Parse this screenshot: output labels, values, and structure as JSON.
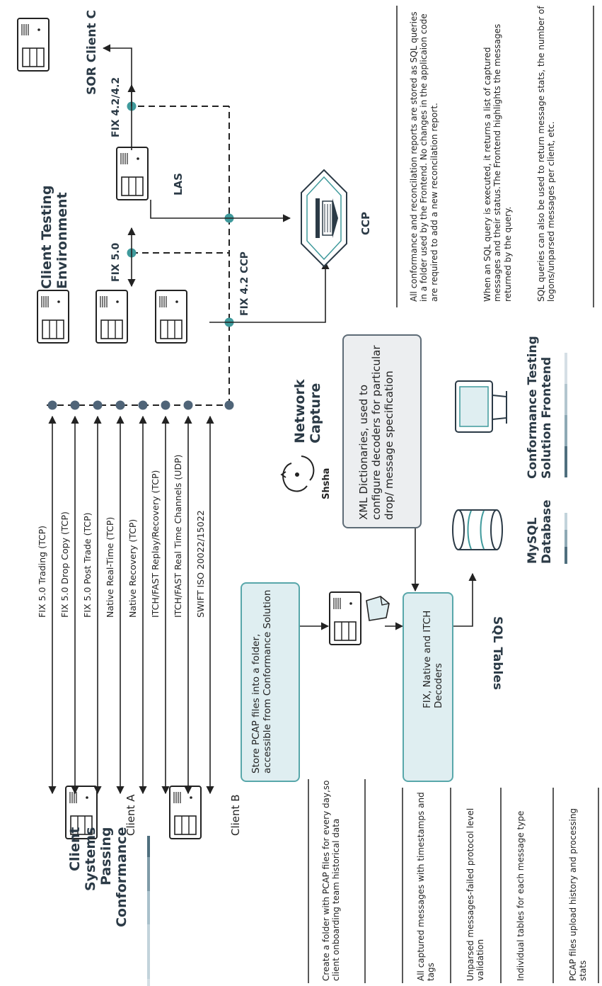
{
  "headers": {
    "client_systems": [
      "Client",
      "Systems",
      "Passing",
      "Conformance"
    ],
    "client_testing": [
      "Client Testing",
      "Environment"
    ],
    "network_capture": [
      "Network",
      "Capture"
    ],
    "mysql": [
      "MySQL",
      "Database"
    ],
    "frontend": [
      "Conformance Testing",
      "Solution Frontend"
    ],
    "sql_tables": "SQL Tables"
  },
  "clients": {
    "a": "Client A",
    "b": "Client B",
    "sor": "SOR Client C",
    "las": "LAS",
    "ccp": "CCP"
  },
  "logo": "Shsha",
  "protocols": [
    "FIX 5.0 Trading (TCP)",
    "FIX 5.0 Drop Copy (TCP)",
    "FIX 5.0 Post Trade (TCP)",
    "Native Real-Time (TCP)",
    "Native Recovery (TCP)",
    "ITCH/FAST Replay/Recovery (TCP)",
    "ITCH/FAST Real Time Channels (UDP)",
    "SWIFT ISO 20022/15022"
  ],
  "fix_labels": {
    "fix42_42": "FIX 4.2/4.2",
    "fix50": "FIX 5.0",
    "fix42_ccp": "FIX 4.2 CCP"
  },
  "boxes": {
    "store_pcap": "Store PCAP files into a folder, accessible from Conformance Solution",
    "decoders": "FIX, Native and ITCH Decoders",
    "xml_dict": "XML Dictionaries, used to configure decoders for particular drop/ message specification"
  },
  "bottom_notes": [
    "Create a folder with PCAP files for every day,so client onboarding team historical data",
    "All captured messages with timestamps and tags",
    "Unparsed messages-failed protocol level validation",
    "Individual tables for each message type",
    "PCAP files upload history and processing stats"
  ],
  "right_notes": [
    "All conformance and reconcilation reports are stored as SQL queries in a folder used by the Frontend. No changes in the applicaion code are required to add a new reconcilation report.",
    "When an SQL query is executed, it returns a list of captured messages and their status.The Frontend highlights the messages returned by the query.",
    "SQL queries can also be used to return message stats, the number of logons/unparsed messages per client, etc."
  ],
  "colors": {
    "teal": "#3f9a9c",
    "dark": "#2b3a46",
    "dot_blue": "#4f6478"
  }
}
